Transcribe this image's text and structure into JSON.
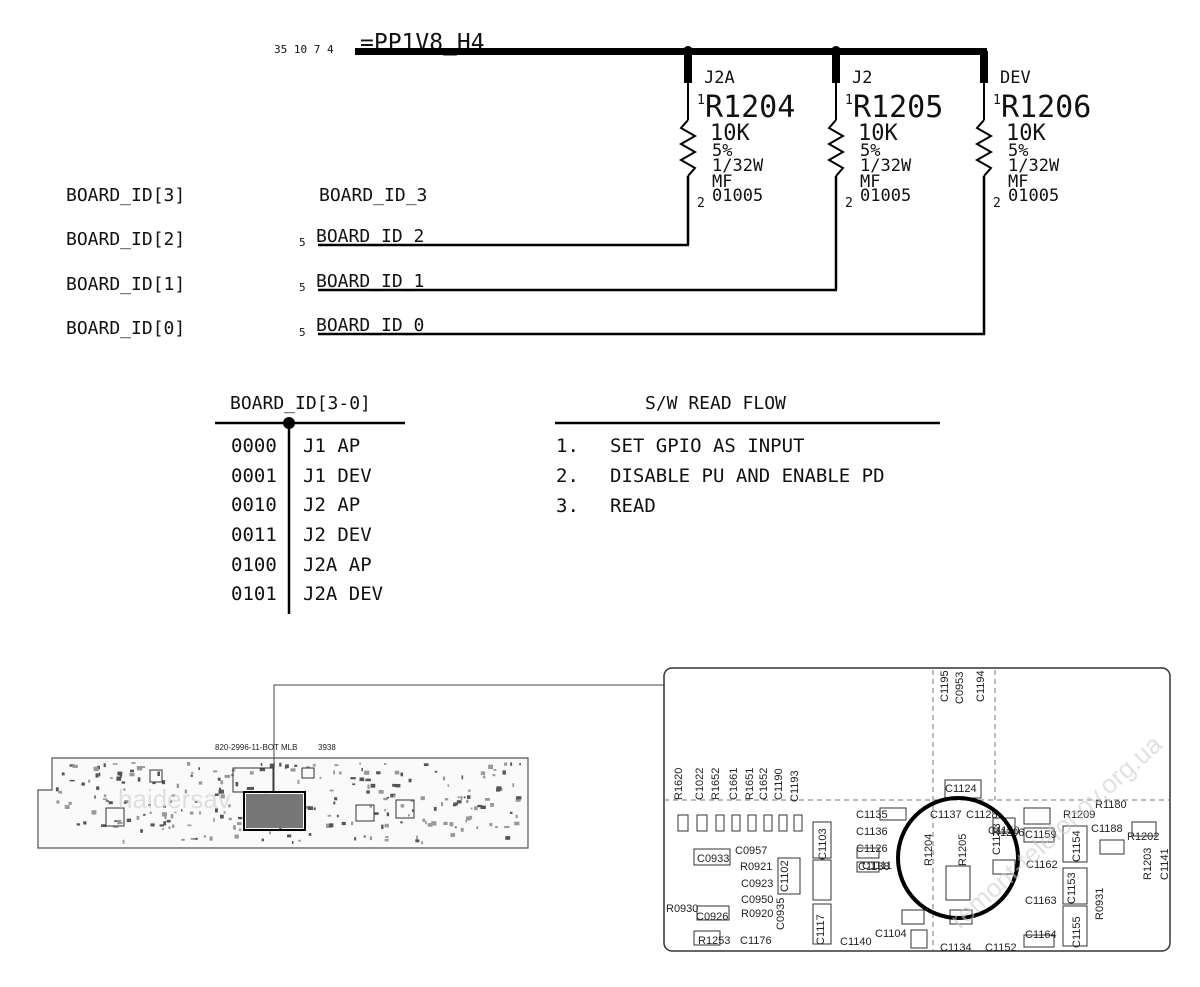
{
  "rail": {
    "pages": "35 10 7 4",
    "name": "=PP1V8_H4"
  },
  "resistors": [
    {
      "config": "J2A",
      "ref": "R1204",
      "value": "10K",
      "tol": "5%",
      "power": "1/32W",
      "type": "MF",
      "pkg": "01005",
      "pin1": "1",
      "pin2": "2"
    },
    {
      "config": "J2",
      "ref": "R1205",
      "value": "10K",
      "tol": "5%",
      "power": "1/32W",
      "type": "MF",
      "pkg": "01005",
      "pin1": "1",
      "pin2": "2"
    },
    {
      "config": "DEV",
      "ref": "R1206",
      "value": "10K",
      "tol": "5%",
      "power": "1/32W",
      "type": "MF",
      "pkg": "01005",
      "pin1": "1",
      "pin2": "2"
    }
  ],
  "board_id": [
    {
      "bus": "BOARD_ID[3]",
      "net": "BOARD_ID_3",
      "page": ""
    },
    {
      "bus": "BOARD_ID[2]",
      "net": "BOARD_ID_2",
      "page": "5"
    },
    {
      "bus": "BOARD_ID[1]",
      "net": "BOARD_ID_1",
      "page": "5"
    },
    {
      "bus": "BOARD_ID[0]",
      "net": "BOARD_ID_0",
      "page": "5"
    }
  ],
  "id_table": {
    "header": "BOARD_ID[3-0]",
    "rows": [
      {
        "code": "0000",
        "desc": "J1 AP"
      },
      {
        "code": "0001",
        "desc": "J1 DEV"
      },
      {
        "code": "0010",
        "desc": "J2 AP"
      },
      {
        "code": "0011",
        "desc": "J2 DEV"
      },
      {
        "code": "0100",
        "desc": "J2A AP"
      },
      {
        "code": "0101",
        "desc": "J2A DEV"
      }
    ]
  },
  "sw_flow": {
    "title": "S/W READ FLOW",
    "steps": [
      {
        "num": "1.",
        "text": "SET GPIO AS INPUT"
      },
      {
        "num": "2.",
        "text": "DISABLE PU AND ENABLE PD"
      },
      {
        "num": "3.",
        "text": "READ"
      }
    ]
  },
  "pcb": {
    "label": "820-2996-11-BOT MLB",
    "label_suffix": "3938"
  },
  "zoom_labels": [
    "R1620",
    "C1022",
    "R1652",
    "C1661",
    "R1651",
    "C1652",
    "C1190",
    "C1193",
    "C0933",
    "C0957",
    "R0921",
    "C0923",
    "C0950",
    "R0920",
    "C0926",
    "C0935",
    "R1253",
    "C1176",
    "C1102",
    "C1103",
    "C1117",
    "C1140",
    "C1135",
    "C1136",
    "C1126",
    "C1138",
    "C1111",
    "C1104",
    "C1137",
    "C1128",
    "C1124",
    "C1150",
    "C1159",
    "C1162",
    "C1163",
    "C1164",
    "C1153",
    "C1155",
    "C1154",
    "R1209",
    "R1180",
    "C1188",
    "R1202",
    "R1203",
    "R0931",
    "R0930",
    "C1141",
    "C1133",
    "R1204",
    "R1205",
    "R1206",
    "C1134",
    "C1152",
    "C1195",
    "C1194",
    "C0953"
  ],
  "watermarks": {
    "left": "haidersav",
    "right": "remont-telefonov.org.ua"
  }
}
